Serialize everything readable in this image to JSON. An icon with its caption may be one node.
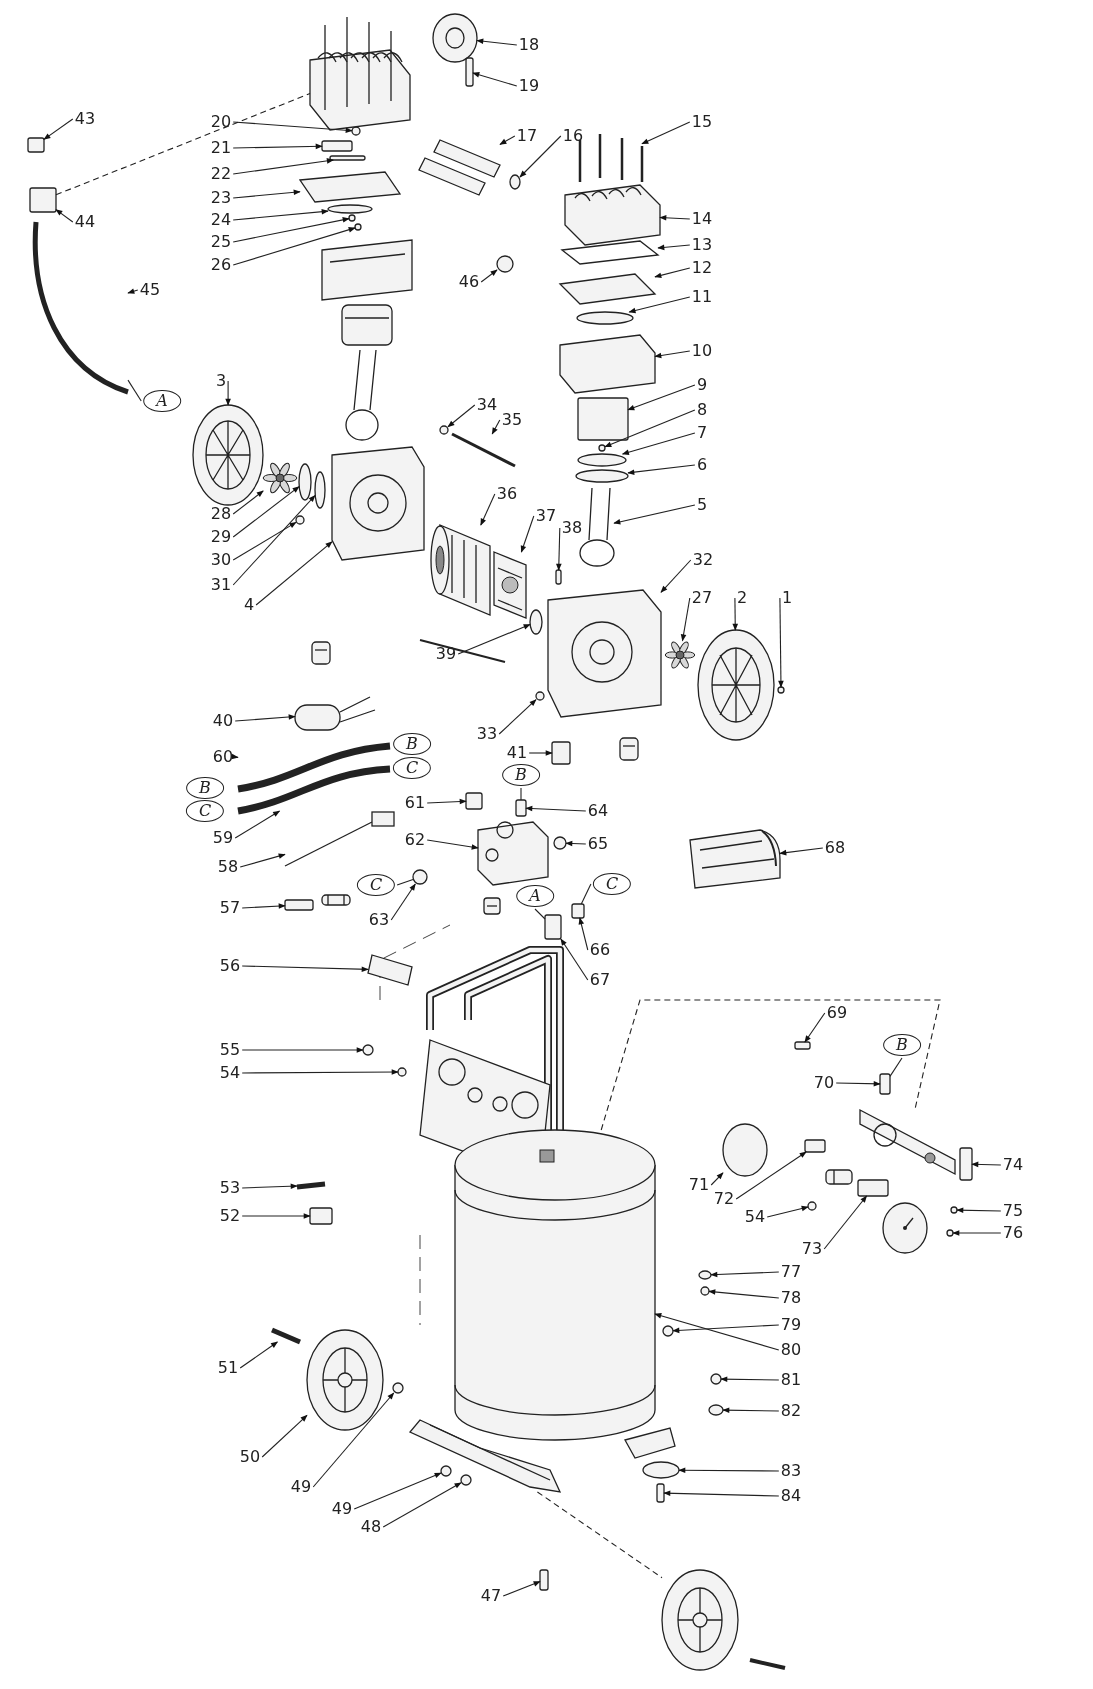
{
  "diagram": {
    "nodes": [
      {
        "text": [
          "18"
        ]
      },
      {
        "text": [
          "19"
        ]
      },
      {
        "text": [
          "43"
        ]
      },
      {
        "text": [
          "20"
        ]
      },
      {
        "text": [
          "15"
        ]
      },
      {
        "text": [
          "17"
        ]
      },
      {
        "text": [
          "16"
        ]
      },
      {
        "text": [
          "21"
        ]
      },
      {
        "text": [
          "22"
        ]
      },
      {
        "text": [
          "23"
        ]
      },
      {
        "text": [
          "14"
        ]
      },
      {
        "text": [
          "24"
        ]
      },
      {
        "text": [
          "44"
        ]
      },
      {
        "text": [
          "25"
        ]
      },
      {
        "text": [
          "13"
        ]
      },
      {
        "text": [
          "26"
        ]
      },
      {
        "text": [
          "12"
        ]
      },
      {
        "text": [
          "45"
        ]
      },
      {
        "text": [
          "46"
        ]
      },
      {
        "text": [
          "11"
        ]
      },
      {
        "text": [
          "10"
        ]
      },
      {
        "text": [
          "3"
        ]
      },
      {
        "text": [
          "9"
        ]
      },
      {
        "text": [
          "A"
        ]
      },
      {
        "text": [
          "34"
        ]
      },
      {
        "text": [
          "8"
        ]
      },
      {
        "text": [
          "35"
        ]
      },
      {
        "text": [
          "7"
        ]
      },
      {
        "text": [
          "6"
        ]
      },
      {
        "text": [
          "36"
        ]
      },
      {
        "text": [
          "5"
        ]
      },
      {
        "text": [
          "28"
        ]
      },
      {
        "text": [
          "37"
        ]
      },
      {
        "text": [
          "29"
        ]
      },
      {
        "text": [
          "38"
        ]
      },
      {
        "text": [
          "30"
        ]
      },
      {
        "text": [
          "32"
        ]
      },
      {
        "text": [
          "31"
        ]
      },
      {
        "text": [
          "4"
        ]
      },
      {
        "text": [
          "27"
        ]
      },
      {
        "text": [
          "2"
        ]
      },
      {
        "text": [
          "1"
        ]
      },
      {
        "text": [
          "39"
        ]
      },
      {
        "text": [
          "40"
        ]
      },
      {
        "text": [
          "33"
        ]
      },
      {
        "text": [
          "B"
        ]
      },
      {
        "text": [
          "41"
        ]
      },
      {
        "text": [
          "60"
        ]
      },
      {
        "text": [
          "C"
        ]
      },
      {
        "text": [
          "B"
        ]
      },
      {
        "text": [
          "B"
        ]
      },
      {
        "text": [
          "61"
        ]
      },
      {
        "text": [
          "C"
        ]
      },
      {
        "text": [
          "64"
        ]
      },
      {
        "text": [
          "59"
        ]
      },
      {
        "text": [
          "62"
        ]
      },
      {
        "text": [
          "65"
        ]
      },
      {
        "text": [
          "68"
        ]
      },
      {
        "text": [
          "58"
        ]
      },
      {
        "text": [
          "C"
        ]
      },
      {
        "text": [
          "C"
        ]
      },
      {
        "text": [
          "A"
        ]
      },
      {
        "text": [
          "57"
        ]
      },
      {
        "text": [
          "63"
        ]
      },
      {
        "text": [
          "66"
        ]
      },
      {
        "text": [
          "56"
        ]
      },
      {
        "text": [
          "67"
        ]
      },
      {
        "text": [
          "69"
        ]
      },
      {
        "text": [
          "B"
        ]
      },
      {
        "text": [
          "55"
        ]
      },
      {
        "text": [
          "54"
        ]
      },
      {
        "text": [
          "70"
        ]
      },
      {
        "text": [
          "74"
        ]
      },
      {
        "text": [
          "71"
        ]
      },
      {
        "text": [
          "53"
        ]
      },
      {
        "text": [
          "72"
        ]
      },
      {
        "text": [
          "75"
        ]
      },
      {
        "text": [
          "52"
        ]
      },
      {
        "text": [
          "54"
        ]
      },
      {
        "text": [
          "76"
        ]
      },
      {
        "text": [
          "73"
        ]
      },
      {
        "text": [
          "77"
        ]
      },
      {
        "text": [
          "78"
        ]
      },
      {
        "text": [
          "79"
        ]
      },
      {
        "text": [
          "80"
        ]
      },
      {
        "text": [
          "51"
        ]
      },
      {
        "text": [
          "81"
        ]
      },
      {
        "text": [
          "82"
        ]
      },
      {
        "text": [
          "50"
        ]
      },
      {
        "text": [
          "83"
        ]
      },
      {
        "text": [
          "49"
        ]
      },
      {
        "text": [
          "84"
        ]
      },
      {
        "text": [
          "49"
        ]
      },
      {
        "text": [
          "48"
        ]
      },
      {
        "text": [
          "47"
        ]
      },
      {
        "text": [],
        "shape": "picture"
      },
      {
        "text": [],
        "shape": "box"
      },
      {
        "text": [],
        "shape": "box"
      },
      {
        "text": [],
        "shape": "circle"
      },
      {
        "text": [],
        "shape": "picture"
      },
      {
        "text": [],
        "shape": "picture"
      },
      {
        "text": [],
        "shape": "circle"
      },
      {
        "text": [],
        "shape": "box"
      },
      {
        "text": [],
        "shape": "box"
      },
      {
        "text": [],
        "shape": "picture"
      },
      {
        "text": [],
        "shape": "picture"
      },
      {
        "text": [],
        "shape": "circle"
      },
      {
        "text": [],
        "shape": "box"
      },
      {
        "text": [],
        "shape": "circle"
      },
      {
        "text": [],
        "shape": "picture"
      },
      {
        "text": [],
        "shape": "circle"
      },
      {
        "text": [],
        "shape": "picture"
      },
      {
        "text": [],
        "shape": "picture"
      },
      {
        "text": [],
        "shape": "circle"
      },
      {
        "text": [],
        "shape": "circle"
      },
      {
        "text": [],
        "shape": "picture"
      },
      {
        "text": [],
        "shape": "picture"
      },
      {
        "text": [],
        "shape": "box"
      },
      {
        "text": [],
        "shape": "circle"
      },
      {
        "text": [],
        "shape": "circle"
      },
      {
        "text": [],
        "shape": "picture"
      },
      {
        "text": [],
        "shape": "circle"
      },
      {
        "text": [],
        "shape": "circle"
      },
      {
        "text": [],
        "shape": "picture"
      },
      {
        "text": [],
        "shape": "picture"
      },
      {
        "text": [],
        "shape": "picture"
      },
      {
        "text": [],
        "shape": "picture"
      },
      {
        "text": [],
        "shape": "circle"
      },
      {
        "text": [],
        "shape": "box"
      },
      {
        "text": [],
        "shape": "circle"
      },
      {
        "text": [],
        "shape": "picture"
      },
      {
        "text": [],
        "shape": "circle"
      },
      {
        "text": [],
        "shape": "picture"
      },
      {
        "text": [],
        "shape": "picture"
      },
      {
        "text": [],
        "shape": "picture"
      },
      {
        "text": [],
        "shape": "circle"
      },
      {
        "text": [],
        "shape": "circle"
      },
      {
        "text": [],
        "shape": "picture"
      },
      {
        "text": [],
        "shape": "circle"
      },
      {
        "text": [],
        "shape": "box"
      },
      {
        "text": [],
        "shape": "picture"
      },
      {
        "text": [],
        "shape": "box"
      },
      {
        "text": [],
        "shape": "box"
      },
      {
        "text": [],
        "shape": "picture"
      },
      {
        "text": [],
        "shape": "picture"
      },
      {
        "text": [],
        "shape": "circle"
      },
      {
        "text": [],
        "shape": "picture"
      },
      {
        "text": [],
        "shape": "picture"
      },
      {
        "text": [],
        "shape": "box"
      },
      {
        "text": [],
        "shape": "circle"
      },
      {
        "text": [],
        "shape": "box"
      },
      {
        "text": [],
        "shape": "picture"
      },
      {
        "text": [],
        "shape": "box"
      },
      {
        "text": [],
        "shape": "box"
      },
      {
        "text": [],
        "shape": "circle"
      },
      {
        "text": [],
        "shape": "circle"
      },
      {
        "text": [],
        "shape": "box"
      },
      {
        "text": [],
        "shape": "box"
      },
      {
        "text": [],
        "shape": "circle"
      },
      {
        "text": [],
        "shape": "picture"
      },
      {
        "text": [],
        "shape": "box"
      },
      {
        "text": [],
        "shape": "circle"
      },
      {
        "text": [],
        "shape": "box"
      },
      {
        "text": [],
        "shape": "circle"
      },
      {
        "text": [],
        "shape": "circle"
      },
      {
        "text": [],
        "shape": "box"
      },
      {
        "text": [],
        "shape": "circle"
      },
      {
        "text": [],
        "shape": "circle"
      },
      {
        "text": [],
        "shape": "circle"
      },
      {
        "text": [],
        "shape": "picture"
      },
      {
        "text": [],
        "shape": "picture"
      },
      {
        "text": [],
        "shape": "circle"
      },
      {
        "text": [],
        "shape": "circle"
      },
      {
        "text": [],
        "shape": "picture"
      },
      {
        "text": [],
        "shape": "circle"
      },
      {
        "text": [],
        "shape": "circle"
      },
      {
        "text": [],
        "shape": "box"
      },
      {
        "text": [],
        "shape": "circle"
      },
      {
        "text": [],
        "shape": "circle"
      },
      {
        "text": [],
        "shape": "box"
      },
      {
        "text": [],
        "shape": "picture"
      },
      {
        "text": [],
        "shape": "picture"
      },
      {
        "text": [],
        "shape": "picture"
      },
      {
        "text": [],
        "shape": "picture"
      }
    ],
    "edges": [
      {
        "from": 0,
        "to": 95,
        "arrow": "to"
      },
      {
        "from": 1,
        "to": 96,
        "arrow": "to"
      },
      {
        "from": 2,
        "to": 97,
        "arrow": "to"
      },
      {
        "from": 3,
        "to": 98,
        "arrow": "to"
      },
      {
        "from": 4,
        "to": 99,
        "arrow": "to"
      },
      {
        "from": 5,
        "to": 100,
        "arrow": "to"
      },
      {
        "from": 6,
        "to": 101,
        "arrow": "to"
      },
      {
        "from": 7,
        "to": 102,
        "arrow": "to"
      },
      {
        "from": 8,
        "to": 103,
        "arrow": "to"
      },
      {
        "from": 9,
        "to": 104,
        "arrow": "to"
      },
      {
        "from": 10,
        "to": 105,
        "arrow": "to"
      },
      {
        "from": 11,
        "to": 106,
        "arrow": "to"
      },
      {
        "from": 12,
        "to": 107,
        "arrow": "to"
      },
      {
        "from": 13,
        "to": 108,
        "arrow": "to"
      },
      {
        "from": 14,
        "to": 109,
        "arrow": "to"
      },
      {
        "from": 15,
        "to": 110,
        "arrow": "to"
      },
      {
        "from": 16,
        "to": 111,
        "arrow": "to"
      },
      {
        "from": 17,
        "to": 112,
        "arrow": "to"
      },
      {
        "from": 18,
        "to": 113,
        "arrow": "to"
      },
      {
        "from": 19,
        "to": 114,
        "arrow": "to"
      },
      {
        "from": 20,
        "to": 115,
        "arrow": "to"
      },
      {
        "from": 21,
        "to": 116,
        "arrow": "to"
      },
      {
        "from": 22,
        "to": 117,
        "arrow": "to"
      },
      {
        "from": 23,
        "to": 112,
        "arrow": "none"
      },
      {
        "from": 24,
        "to": 118,
        "arrow": "to"
      },
      {
        "from": 25,
        "to": 119,
        "arrow": "to"
      },
      {
        "from": 26,
        "to": 120,
        "arrow": "to"
      },
      {
        "from": 27,
        "to": 121,
        "arrow": "to"
      },
      {
        "from": 28,
        "to": 122,
        "arrow": "to"
      },
      {
        "from": 29,
        "to": 123,
        "arrow": "to"
      },
      {
        "from": 30,
        "to": 124,
        "arrow": "to"
      },
      {
        "from": 31,
        "to": 125,
        "arrow": "to"
      },
      {
        "from": 32,
        "to": 126,
        "arrow": "to"
      },
      {
        "from": 33,
        "to": 127,
        "arrow": "to"
      },
      {
        "from": 34,
        "to": 128,
        "arrow": "to"
      },
      {
        "from": 35,
        "to": 129,
        "arrow": "to"
      },
      {
        "from": 36,
        "to": 130,
        "arrow": "to"
      },
      {
        "from": 37,
        "to": 131,
        "arrow": "to"
      },
      {
        "from": 38,
        "to": 132,
        "arrow": "to"
      },
      {
        "from": 39,
        "to": 133,
        "arrow": "to"
      },
      {
        "from": 40,
        "to": 134,
        "arrow": "to"
      },
      {
        "from": 41,
        "to": 135,
        "arrow": "to"
      },
      {
        "from": 42,
        "to": 136,
        "arrow": "to"
      },
      {
        "from": 43,
        "to": 137,
        "arrow": "to"
      },
      {
        "from": 44,
        "to": 138,
        "arrow": "to"
      },
      {
        "from": 46,
        "to": 139,
        "arrow": "to"
      },
      {
        "from": 47,
        "to": 140,
        "arrow": "to"
      },
      {
        "from": 49,
        "to": 142,
        "arrow": "none"
      },
      {
        "from": 51,
        "to": 141,
        "arrow": "to"
      },
      {
        "from": 53,
        "to": 142,
        "arrow": "to"
      },
      {
        "from": 54,
        "to": 143,
        "arrow": "to"
      },
      {
        "from": 55,
        "to": 144,
        "arrow": "to"
      },
      {
        "from": 56,
        "to": 145,
        "arrow": "to"
      },
      {
        "from": 57,
        "to": 146,
        "arrow": "to"
      },
      {
        "from": 58,
        "to": 147,
        "arrow": "to"
      },
      {
        "from": 59,
        "to": 149,
        "arrow": "none"
      },
      {
        "from": 60,
        "to": 150,
        "arrow": "none"
      },
      {
        "from": 61,
        "to": 152,
        "arrow": "none"
      },
      {
        "from": 62,
        "to": 148,
        "arrow": "to"
      },
      {
        "from": 63,
        "to": 149,
        "arrow": "to"
      },
      {
        "from": 64,
        "to": 150,
        "arrow": "to"
      },
      {
        "from": 65,
        "to": 151,
        "arrow": "to"
      },
      {
        "from": 66,
        "to": 152,
        "arrow": "to"
      },
      {
        "from": 67,
        "to": 153,
        "arrow": "to"
      },
      {
        "from": 68,
        "to": 156,
        "arrow": "none"
      },
      {
        "from": 69,
        "to": 154,
        "arrow": "to"
      },
      {
        "from": 70,
        "to": 155,
        "arrow": "to"
      },
      {
        "from": 71,
        "to": 156,
        "arrow": "to"
      },
      {
        "from": 72,
        "to": 157,
        "arrow": "to"
      },
      {
        "from": 73,
        "to": 158,
        "arrow": "to"
      },
      {
        "from": 74,
        "to": 159,
        "arrow": "to"
      },
      {
        "from": 75,
        "to": 160,
        "arrow": "to"
      },
      {
        "from": 76,
        "to": 161,
        "arrow": "to"
      },
      {
        "from": 77,
        "to": 162,
        "arrow": "to"
      },
      {
        "from": 78,
        "to": 163,
        "arrow": "to"
      },
      {
        "from": 79,
        "to": 164,
        "arrow": "to"
      },
      {
        "from": 80,
        "to": 165,
        "arrow": "to"
      },
      {
        "from": 81,
        "to": 166,
        "arrow": "to"
      },
      {
        "from": 82,
        "to": 167,
        "arrow": "to"
      },
      {
        "from": 83,
        "to": 168,
        "arrow": "to"
      },
      {
        "from": 84,
        "to": 169,
        "arrow": "to"
      },
      {
        "from": 85,
        "to": 170,
        "arrow": "to"
      },
      {
        "from": 86,
        "to": 171,
        "arrow": "to"
      },
      {
        "from": 87,
        "to": 172,
        "arrow": "to"
      },
      {
        "from": 88,
        "to": 173,
        "arrow": "to"
      },
      {
        "from": 89,
        "to": 174,
        "arrow": "to"
      },
      {
        "from": 90,
        "to": 175,
        "arrow": "to"
      },
      {
        "from": 91,
        "to": 176,
        "arrow": "to"
      },
      {
        "from": 92,
        "to": 177,
        "arrow": "to"
      },
      {
        "from": 93,
        "to": 178,
        "arrow": "to"
      },
      {
        "from": 94,
        "to": 179,
        "arrow": "to"
      },
      {
        "from": 107,
        "to": 180,
        "arrow": "none",
        "style": "dashed"
      },
      {
        "from": 169,
        "to": 181,
        "arrow": "none",
        "style": "dashed"
      },
      {
        "from": 182,
        "to": 183,
        "arrow": "none",
        "style": "dashed"
      }
    ]
  }
}
